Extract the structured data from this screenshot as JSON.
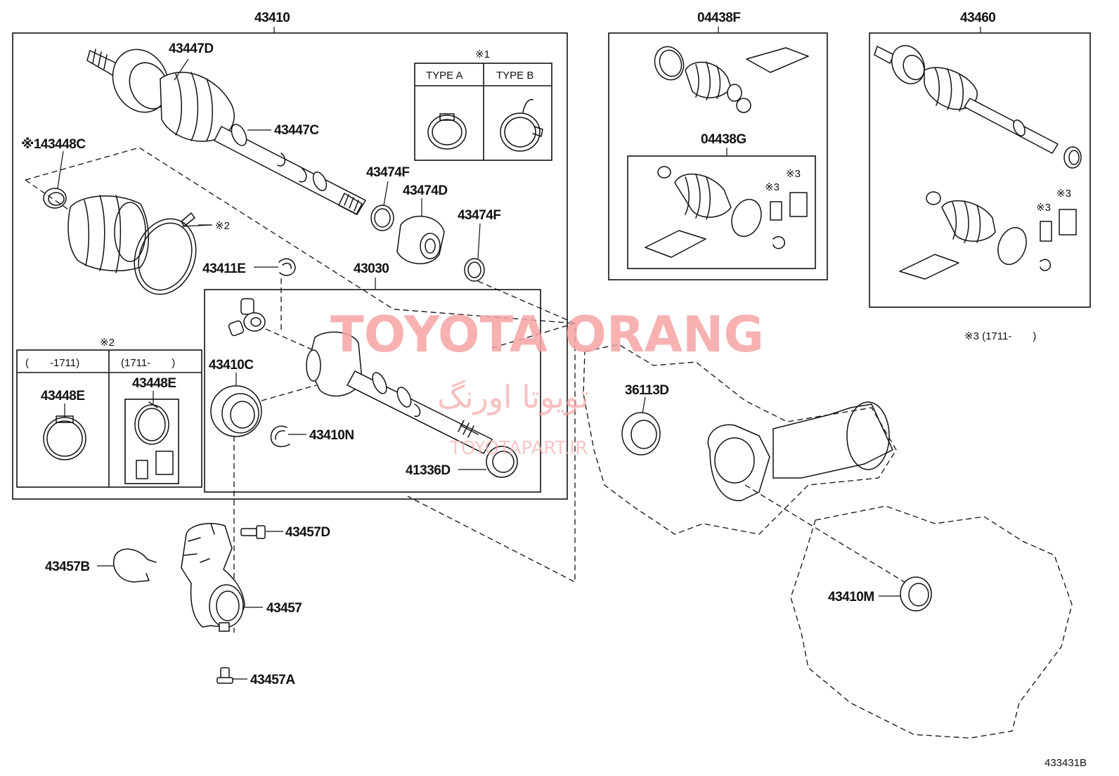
{
  "labels": {
    "p43410": "43410",
    "p43447d": "43447D",
    "p43447c": "43447C",
    "p43448c": "※143448C",
    "p43474f_a": "43474F",
    "p43474d": "43474D",
    "p43474f_b": "43474F",
    "p43411e": "43411E",
    "p43030": "43030",
    "p43410c": "43410C",
    "p43410n": "43410N",
    "p41336d": "41336D",
    "p43448e_a": "43448E",
    "p43448e_b": "43448E",
    "p43457d": "43457D",
    "p43457b": "43457B",
    "p43457": "43457",
    "p43457a": "43457A",
    "p04438f": "04438F",
    "p04438g": "04438G",
    "p43460": "43460",
    "p36113d": "36113D",
    "p43410m": "43410M"
  },
  "notes": {
    "note1": "※1",
    "type_a": "TYPE A",
    "type_b": "TYPE B",
    "note2_ring": "※2",
    "note2_table": "※2",
    "col_before": "(　　-1711)",
    "col_after": "(1711-　　)",
    "note3_a": "※3",
    "note3_b": "※3",
    "note3_c": "※3",
    "note3_d": "※3",
    "note3_footnote": "※3 (1711-　　)"
  },
  "watermark": {
    "brand": "TOYOTA ORANG",
    "brand_fa": "تویوتا اورنگ",
    "site": "TOYOTAPART.IR"
  },
  "diagram_id": "433431B",
  "colors": {
    "line": "#111111",
    "watermark": "#f6a4a4",
    "background": "#ffffff"
  }
}
